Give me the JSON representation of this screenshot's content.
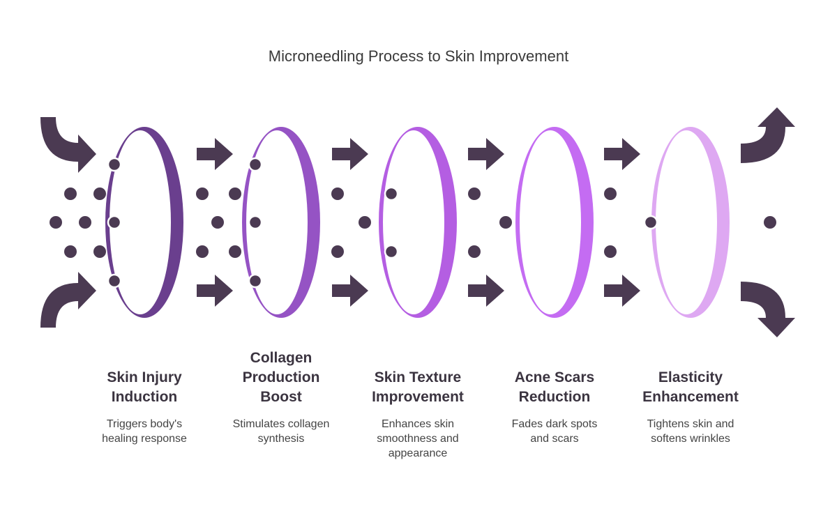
{
  "title": "Microneedling Process to Skin Improvement",
  "colors": {
    "arrow": "#4b3a52",
    "dot": "#4b3a52",
    "ring_shades": [
      "#6a3f8e",
      "#9553c4",
      "#b45ee2",
      "#c46cf2",
      "#dea8f2"
    ]
  },
  "stages": [
    {
      "title_lines": [
        "Skin Injury",
        "Induction"
      ],
      "desc_lines": [
        "Triggers body's",
        "healing response"
      ],
      "ring_color": "#6a3f8e"
    },
    {
      "title_lines": [
        "Collagen",
        "Production",
        "Boost"
      ],
      "desc_lines": [
        "Stimulates collagen",
        "synthesis"
      ],
      "ring_color": "#9553c4"
    },
    {
      "title_lines": [
        "Skin Texture",
        "Improvement"
      ],
      "desc_lines": [
        "Enhances skin",
        "smoothness and",
        "appearance"
      ],
      "ring_color": "#b45ee2"
    },
    {
      "title_lines": [
        "Acne Scars",
        "Reduction"
      ],
      "desc_lines": [
        "Fades dark spots",
        "and scars"
      ],
      "ring_color": "#c46cf2"
    },
    {
      "title_lines": [
        "Elasticity",
        "Enhancement"
      ],
      "desc_lines": [
        "Tightens skin and",
        "softens wrinkles"
      ],
      "ring_color": "#dea8f2"
    }
  ]
}
